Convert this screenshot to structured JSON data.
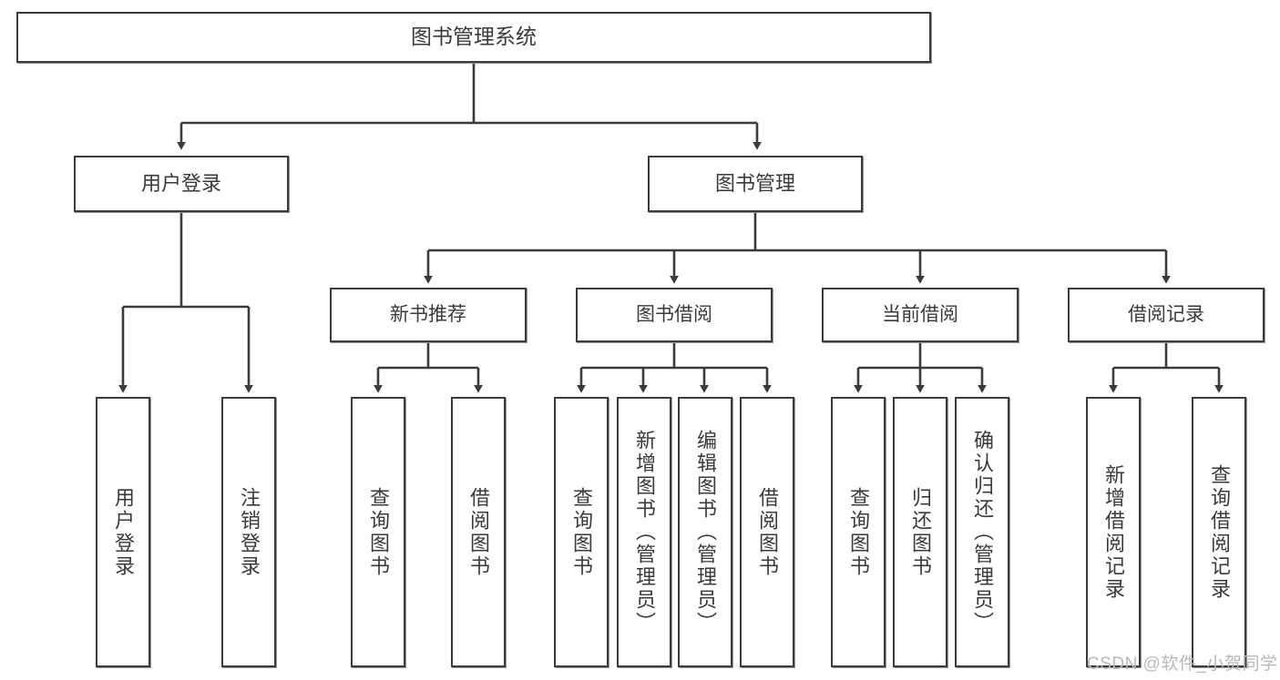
{
  "diagram": {
    "type": "hierarchy-tree",
    "title": "图书管理系统",
    "root": {
      "id": "root",
      "label": "图书管理系统"
    },
    "level2": [
      {
        "id": "user-login",
        "label": "用户登录"
      },
      {
        "id": "book-manage",
        "label": "图书管理"
      }
    ],
    "level3": [
      {
        "id": "new-book-recommend",
        "label": "新书推荐",
        "parent": "book-manage"
      },
      {
        "id": "book-borrow",
        "label": "图书借阅",
        "parent": "book-manage"
      },
      {
        "id": "current-borrow",
        "label": "当前借阅",
        "parent": "book-manage"
      },
      {
        "id": "borrow-record",
        "label": "借阅记录",
        "parent": "book-manage"
      }
    ],
    "leaves": [
      {
        "id": "leaf-user-login",
        "label": "用户登录",
        "parent": "user-login"
      },
      {
        "id": "leaf-logout-login",
        "label": "注销登录",
        "parent": "user-login"
      },
      {
        "id": "leaf-query-book-1",
        "label": "查询图书",
        "parent": "new-book-recommend"
      },
      {
        "id": "leaf-borrow-book-1",
        "label": "借阅图书",
        "parent": "new-book-recommend"
      },
      {
        "id": "leaf-query-book-2",
        "label": "查询图书",
        "parent": "book-borrow"
      },
      {
        "id": "leaf-add-book",
        "label": "新增图书（管理员）",
        "parent": "book-borrow"
      },
      {
        "id": "leaf-edit-book",
        "label": "编辑图书（管理员）",
        "parent": "book-borrow"
      },
      {
        "id": "leaf-borrow-book-2",
        "label": "借阅图书",
        "parent": "book-borrow"
      },
      {
        "id": "leaf-query-book-3",
        "label": "查询图书",
        "parent": "current-borrow"
      },
      {
        "id": "leaf-return-book",
        "label": "归还图书",
        "parent": "current-borrow"
      },
      {
        "id": "leaf-confirm-return",
        "label": "确认归还（管理员）",
        "parent": "current-borrow"
      },
      {
        "id": "leaf-add-record",
        "label": "新增借阅记录",
        "parent": "borrow-record"
      },
      {
        "id": "leaf-query-record",
        "label": "查询借阅记录",
        "parent": "borrow-record"
      }
    ],
    "colors": {
      "stroke": "#3b3b3b",
      "text": "#3a3a3a",
      "background": "#ffffff",
      "watermark": "#b9b9b9"
    }
  },
  "watermark": {
    "text": "CSDN @软件_小贺同学"
  }
}
